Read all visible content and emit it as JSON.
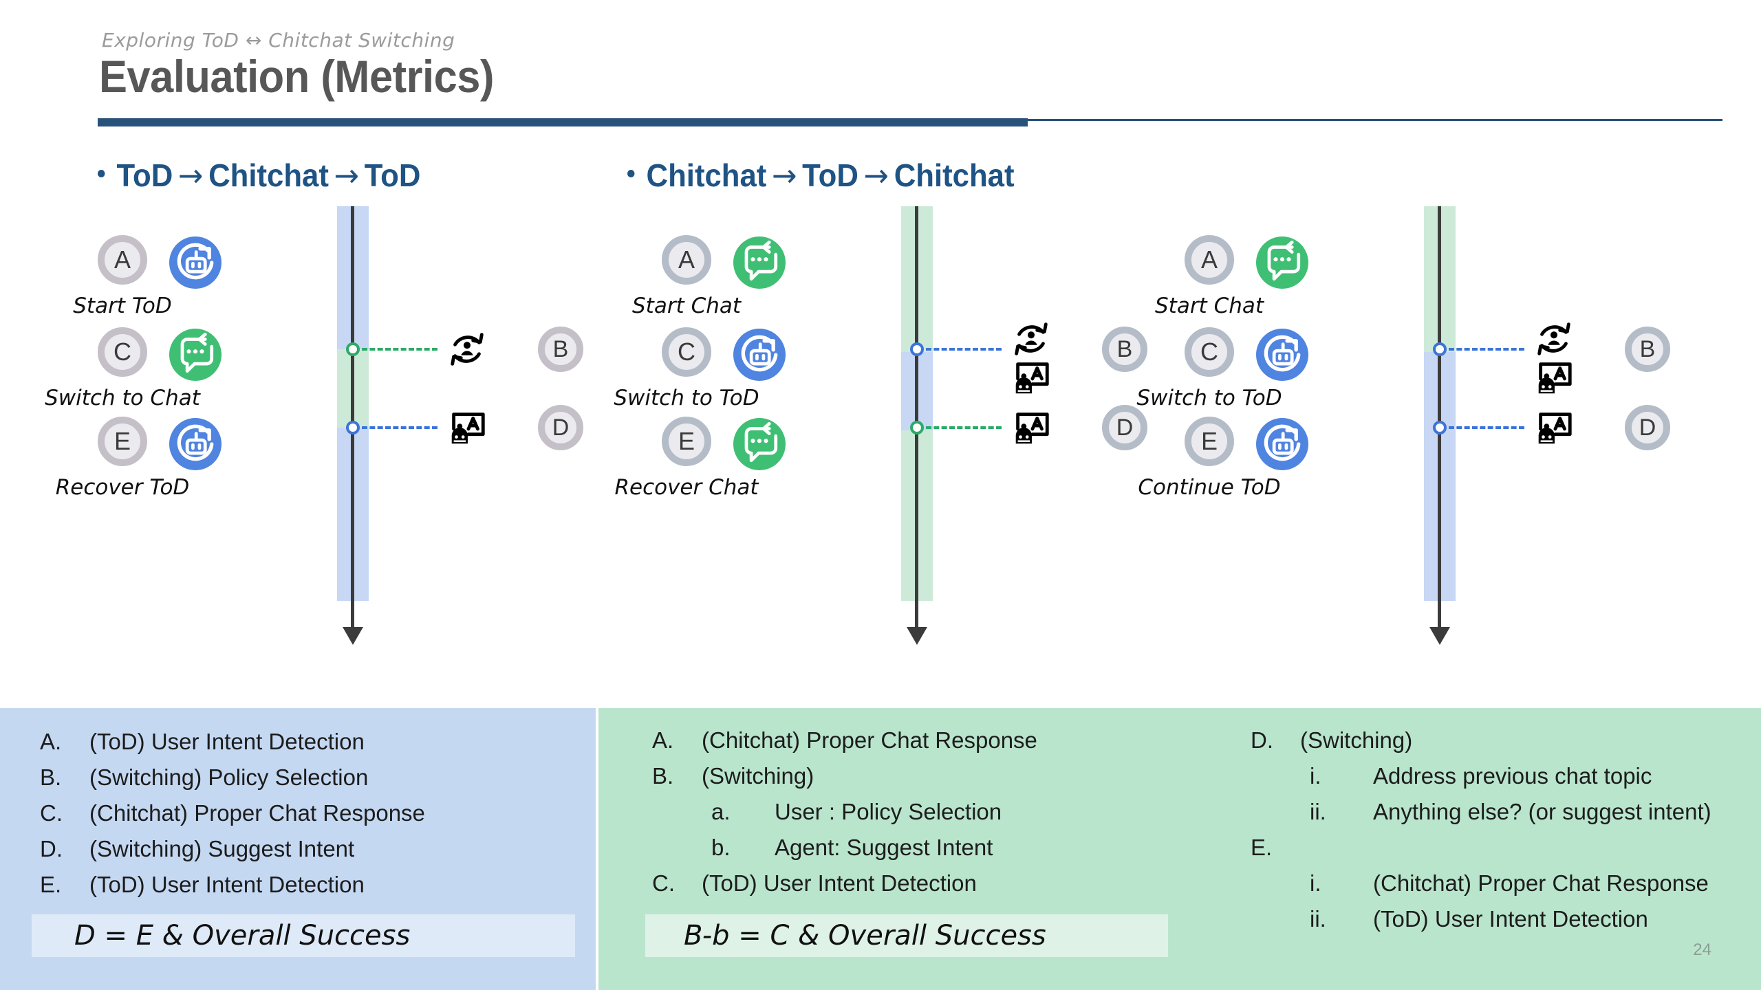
{
  "header": {
    "eyebrow": "Exploring ToD ↔ Chitchat Switching",
    "title": "Evaluation (Metrics)"
  },
  "sections": [
    {
      "label_a": "ToD",
      "label_b": "Chitchat",
      "label_c": "ToD",
      "arrow": "→"
    },
    {
      "label_a": "Chitchat",
      "label_b": "ToD",
      "label_c": "Chitchat",
      "arrow": "→"
    }
  ],
  "diagrams": [
    {
      "name": "tod-chitchat-tod",
      "ring_style": "warm",
      "steps": [
        {
          "letter": "A",
          "label": "Start ToD",
          "icon": "robot-refresh-icon",
          "icon_color": "blue"
        },
        {
          "letter": "C",
          "label": "Switch to Chat",
          "icon": "chat-return-icon",
          "icon_color": "green"
        },
        {
          "letter": "E",
          "label": "Recover ToD",
          "icon": "robot-refresh-icon",
          "icon_color": "blue"
        }
      ],
      "bands": [
        {
          "color": "blue",
          "from": 0,
          "to": 208
        },
        {
          "color": "green",
          "from": 208,
          "to": 322
        },
        {
          "color": "blue",
          "from": 322,
          "to": 574
        }
      ],
      "connectors": [
        {
          "letter": "B",
          "dot_color": "green",
          "line_color": "green",
          "icons": [
            "user-refresh-icon"
          ]
        },
        {
          "letter": "D",
          "dot_color": "blue",
          "line_color": "blue",
          "icons": [
            "agent-suggest-icon"
          ]
        }
      ]
    },
    {
      "name": "chitchat-tod-chitchat-recover",
      "ring_style": "cool",
      "steps": [
        {
          "letter": "A",
          "label": "Start Chat",
          "icon": "chat-return-icon",
          "icon_color": "green"
        },
        {
          "letter": "C",
          "label": "Switch to ToD",
          "icon": "robot-refresh-icon",
          "icon_color": "blue"
        },
        {
          "letter": "E",
          "label": "Recover Chat",
          "icon": "chat-return-icon",
          "icon_color": "green"
        }
      ],
      "bands": [
        {
          "color": "green",
          "from": 0,
          "to": 212
        },
        {
          "color": "blue",
          "from": 212,
          "to": 326
        },
        {
          "color": "green",
          "from": 326,
          "to": 574
        }
      ],
      "connectors": [
        {
          "letter": "B",
          "dot_color": "blue",
          "line_color": "blue",
          "icons": [
            "user-refresh-icon",
            "agent-suggest-icon"
          ]
        },
        {
          "letter": "D",
          "dot_color": "green",
          "line_color": "green",
          "icons": [
            "agent-suggest-icon"
          ]
        }
      ]
    },
    {
      "name": "chitchat-tod-chitchat-continue",
      "ring_style": "cool",
      "steps": [
        {
          "letter": "A",
          "label": "Start Chat",
          "icon": "chat-return-icon",
          "icon_color": "green"
        },
        {
          "letter": "C",
          "label": "Switch to ToD",
          "icon": "robot-refresh-icon",
          "icon_color": "blue"
        },
        {
          "letter": "E",
          "label": "Continue ToD",
          "icon": "robot-refresh-icon",
          "icon_color": "blue"
        }
      ],
      "bands": [
        {
          "color": "green",
          "from": 0,
          "to": 212
        },
        {
          "color": "blue",
          "from": 212,
          "to": 574
        }
      ],
      "connectors": [
        {
          "letter": "B",
          "dot_color": "blue",
          "line_color": "blue",
          "icons": [
            "user-refresh-icon",
            "agent-suggest-icon"
          ]
        },
        {
          "letter": "D",
          "dot_color": "blue",
          "line_color": "blue",
          "icons": [
            "agent-suggest-icon"
          ]
        }
      ]
    }
  ],
  "legend_left": {
    "items": [
      {
        "marker": "A.",
        "text": "(ToD) User Intent Detection"
      },
      {
        "marker": "B.",
        "text": "(Switching) Policy Selection"
      },
      {
        "marker": "C.",
        "text": "(Chitchat) Proper Chat Response"
      },
      {
        "marker": "D.",
        "text": "(Switching) Suggest Intent"
      },
      {
        "marker": "E.",
        "text": "(ToD) User Intent Detection"
      }
    ],
    "highlight": "D = E & Overall Success"
  },
  "legend_mid": {
    "items": [
      {
        "marker": "A.",
        "text": "(Chitchat) Proper Chat Response",
        "level": 1
      },
      {
        "marker": "B.",
        "text": "(Switching)",
        "level": 1
      },
      {
        "marker": "a.",
        "text": "User : Policy Selection",
        "level": 2
      },
      {
        "marker": "b.",
        "text": "Agent: Suggest Intent",
        "level": 2
      },
      {
        "marker": "C.",
        "text": "(ToD) User Intent Detection",
        "level": 1
      }
    ],
    "highlight": "B-b = C & Overall Success"
  },
  "legend_right": {
    "items": [
      {
        "marker": "D.",
        "text": "(Switching)",
        "level": 1
      },
      {
        "marker": "i.",
        "text": "Address previous chat topic",
        "level": 2
      },
      {
        "marker": "ii.",
        "text": "Anything else?  (or suggest intent)",
        "level": 2
      },
      {
        "marker": "E.",
        "text": "",
        "level": 1
      },
      {
        "marker": "i.",
        "text": "(Chitchat) Proper Chat Response",
        "level": 2
      },
      {
        "marker": "ii.",
        "text": "(ToD) User Intent Detection",
        "level": 2
      }
    ]
  },
  "page_number": "24",
  "colors": {
    "accent_blue": "#28527a",
    "heading_blue": "#1f5384",
    "status_blue": "#4f84e0",
    "status_green": "#3fbf74",
    "band_blue": "#c7d7f4",
    "band_green": "#cdead8",
    "panel_blue": "#c5d8f2",
    "panel_green": "#b9e5cd"
  }
}
